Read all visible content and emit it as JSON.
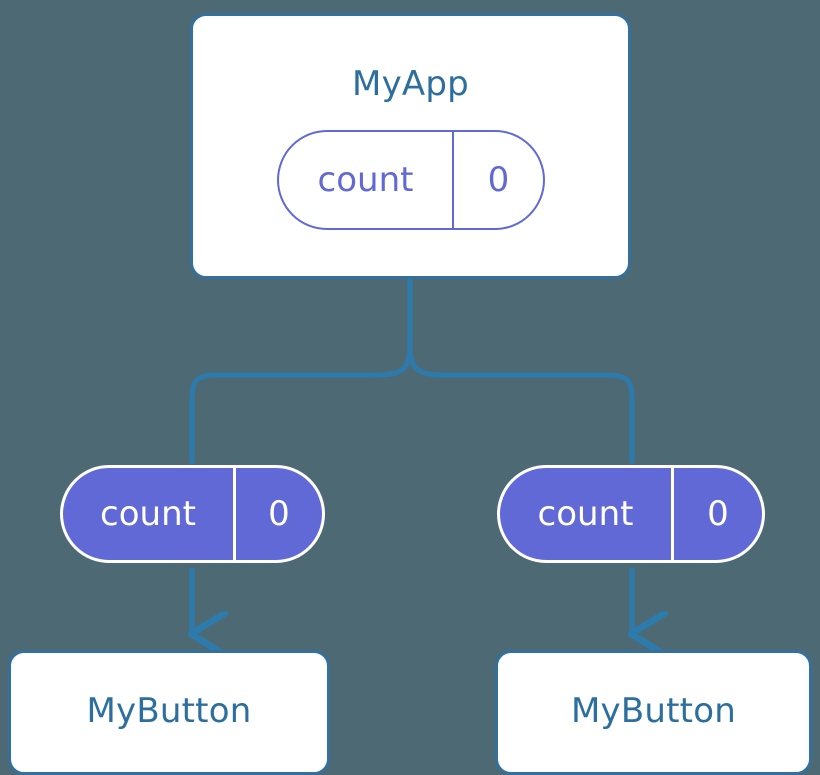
{
  "diagram": {
    "type": "component-state-tree",
    "background_color": "#4d6a74",
    "accent_card_color": "#34709b",
    "accent_title_color": "#2c6f9f",
    "accent_state_color": "#6069d6",
    "connector_color": "#2d7aad",
    "root": {
      "name": "root-component",
      "title": "MyApp",
      "state": {
        "key": "count",
        "value": "0"
      }
    },
    "props": [
      {
        "name": "prop-left",
        "key": "count",
        "value": "0"
      },
      {
        "name": "prop-right",
        "key": "count",
        "value": "0"
      }
    ],
    "children": [
      {
        "name": "child-left",
        "title": "MyButton"
      },
      {
        "name": "child-right",
        "title": "MyButton"
      }
    ]
  }
}
